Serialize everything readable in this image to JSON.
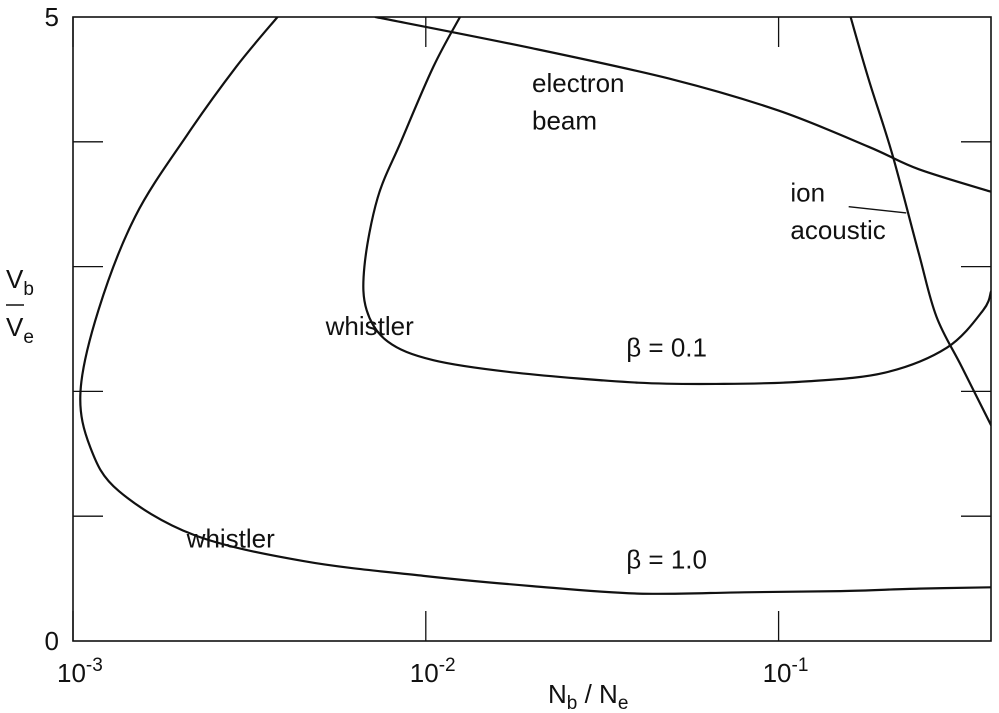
{
  "chart_data": {
    "type": "line",
    "title": "",
    "xlabel": {
      "main": "N",
      "sub1": "b",
      "sep": " / N",
      "sub2": "e"
    },
    "ylabel": {
      "num_main": "V",
      "num_sub": "b",
      "den_main": "V",
      "den_sub": "e"
    },
    "x_scale": "log",
    "xlim": [
      0.001,
      0.4
    ],
    "ylim": [
      0,
      5
    ],
    "x_ticks": [
      {
        "value": 0.001,
        "base": "10",
        "exp": "-3"
      },
      {
        "value": 0.01,
        "base": "10",
        "exp": "-2"
      },
      {
        "value": 0.1,
        "base": "10",
        "exp": "-1"
      }
    ],
    "x_minor_ticks": [],
    "y_ticks": [
      {
        "value": 0,
        "label": "0"
      },
      {
        "value": 1,
        "label": ""
      },
      {
        "value": 2,
        "label": ""
      },
      {
        "value": 3,
        "label": ""
      },
      {
        "value": 4,
        "label": ""
      },
      {
        "value": 5,
        "label": "5"
      }
    ],
    "grid": false,
    "series": [
      {
        "name": "",
        "points": [
          [
            0.0038,
            5.0
          ],
          [
            0.0029,
            4.6
          ],
          [
            0.0021,
            4.05
          ],
          [
            0.0015,
            3.4
          ],
          [
            0.00118,
            2.65
          ],
          [
            0.00105,
            2.0
          ],
          [
            0.00112,
            1.55
          ],
          [
            0.00135,
            1.2
          ],
          [
            0.0022,
            0.85
          ],
          [
            0.0045,
            0.64
          ],
          [
            0.01,
            0.52
          ],
          [
            0.02,
            0.44
          ],
          [
            0.04,
            0.38
          ],
          [
            0.08,
            0.39
          ],
          [
            0.15,
            0.4
          ],
          [
            0.25,
            0.42
          ],
          [
            0.4,
            0.43
          ]
        ]
      },
      {
        "name": "",
        "points": [
          [
            0.0125,
            5.0
          ],
          [
            0.0105,
            4.6
          ],
          [
            0.0085,
            4.0
          ],
          [
            0.0073,
            3.55
          ],
          [
            0.0067,
            3.0
          ],
          [
            0.0068,
            2.65
          ],
          [
            0.0078,
            2.4
          ],
          [
            0.0105,
            2.25
          ],
          [
            0.018,
            2.15
          ],
          [
            0.04,
            2.07
          ],
          [
            0.07,
            2.06
          ],
          [
            0.12,
            2.08
          ],
          [
            0.2,
            2.15
          ],
          [
            0.3,
            2.35
          ],
          [
            0.38,
            2.65
          ],
          [
            0.4,
            2.8
          ]
        ]
      },
      {
        "name": "",
        "points": [
          [
            0.0072,
            5.0
          ],
          [
            0.02,
            4.75
          ],
          [
            0.05,
            4.5
          ],
          [
            0.1,
            4.25
          ],
          [
            0.18,
            3.96
          ],
          [
            0.25,
            3.78
          ],
          [
            0.4,
            3.6
          ]
        ]
      },
      {
        "name": "",
        "points": [
          [
            0.16,
            5.0
          ],
          [
            0.18,
            4.5
          ],
          [
            0.21,
            3.9
          ],
          [
            0.25,
            3.1
          ],
          [
            0.28,
            2.6
          ],
          [
            0.33,
            2.2
          ],
          [
            0.4,
            1.73
          ]
        ]
      }
    ],
    "annotations": [
      {
        "text": "electron",
        "x": 0.02,
        "y": 4.4
      },
      {
        "text": "beam",
        "x": 0.02,
        "y": 4.1
      },
      {
        "text": "ion",
        "x": 0.108,
        "y": 3.52
      },
      {
        "text": "acoustic",
        "x": 0.108,
        "y": 3.22
      },
      {
        "text": "whistler",
        "x": 0.0052,
        "y": 2.45
      },
      {
        "text": "β = 0.1",
        "x": 0.037,
        "y": 2.28
      },
      {
        "text": "whistler",
        "x": 0.0021,
        "y": 0.75
      },
      {
        "text": "β = 1.0",
        "x": 0.037,
        "y": 0.58
      }
    ],
    "leader_line": {
      "from": [
        0.158,
        3.48
      ],
      "to": [
        0.23,
        3.43
      ]
    }
  }
}
